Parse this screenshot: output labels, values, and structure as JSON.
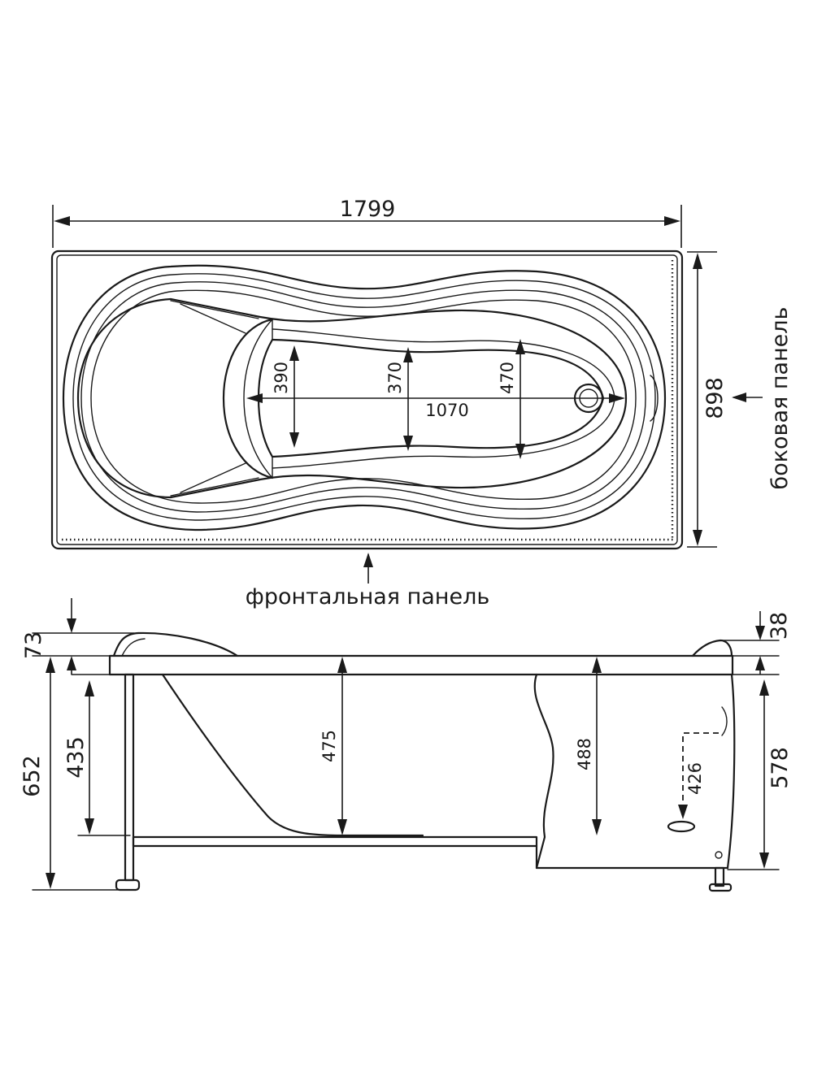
{
  "top_view": {
    "overall_length": "1799",
    "overall_width": "898",
    "inner_length": "1070",
    "width_head": "390",
    "width_middle": "370",
    "width_foot": "470",
    "side_panel_label": "боковая панель",
    "front_panel_label": "фронтальная панель"
  },
  "side_view": {
    "headrest_height": "73",
    "total_height": "652",
    "leg_height_left": "435",
    "depth_left": "475",
    "depth_right": "488",
    "drain_height": "426",
    "rim_height": "38",
    "height_right": "578"
  }
}
